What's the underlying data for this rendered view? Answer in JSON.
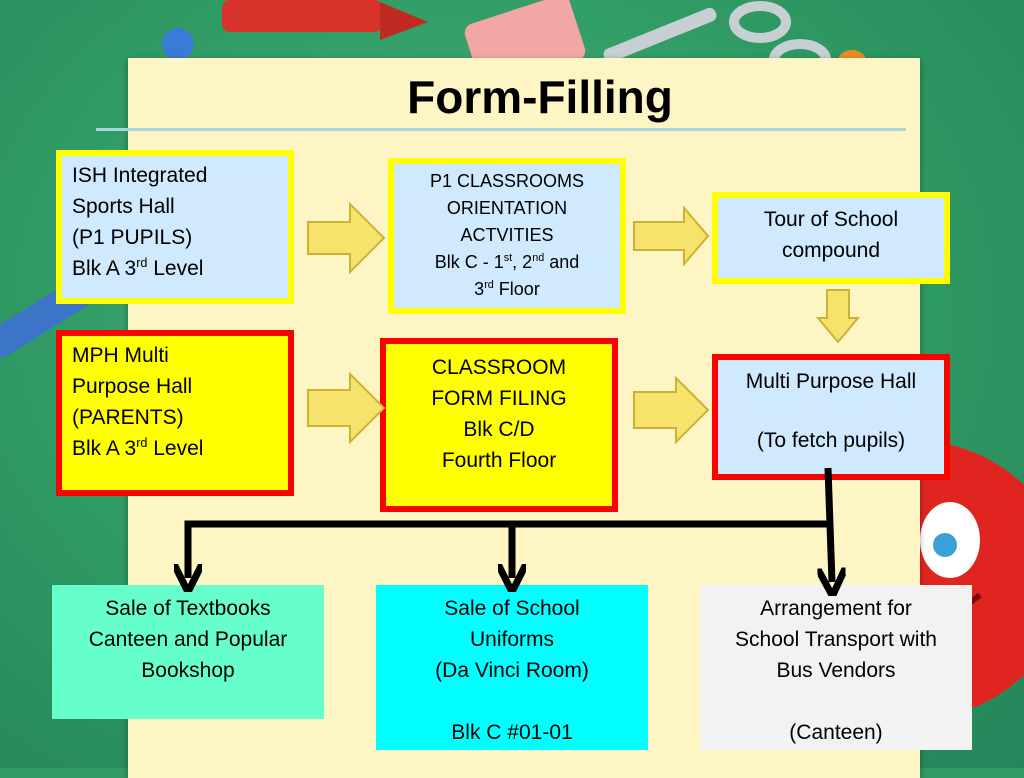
{
  "title": "Form-Filling",
  "boxes": {
    "ish": {
      "lines": [
        "ISH Integrated",
        "Sports Hall",
        "(P1 PUPILS)",
        "Blk A  3",
        "rd",
        " Level"
      ]
    },
    "p1": {
      "lines": [
        "P1 CLASSROOMS",
        "ORIENTATION",
        "ACTVITIES",
        "Blk C - 1",
        "st",
        ", 2",
        "nd",
        " and",
        "3",
        "rd",
        " Floor"
      ]
    },
    "tour": {
      "lines": [
        "Tour of School",
        "compound"
      ]
    },
    "mph": {
      "lines": [
        "MPH Multi",
        "Purpose Hall",
        "(PARENTS)",
        "Blk A  3",
        "rd",
        " Level"
      ]
    },
    "classroom": {
      "lines": [
        "CLASSROOM",
        "FORM FILING",
        "Blk C/D",
        "Fourth Floor"
      ]
    },
    "mph2": {
      "lines": [
        "Multi Purpose Hall",
        "(To fetch pupils)"
      ]
    },
    "textbooks": {
      "lines": [
        "Sale of Textbooks",
        "Canteen and Popular",
        "Bookshop"
      ]
    },
    "uniforms": {
      "lines": [
        "Sale of School",
        "Uniforms",
        "(Da Vinci Room)",
        "Blk C #01-01"
      ]
    },
    "transport": {
      "lines": [
        "Arrangement for",
        "School Transport with",
        "Bus Vendors",
        "(Canteen)"
      ]
    }
  },
  "colors": {
    "background": "#2f9a63",
    "paper": "#fdf6c4",
    "arrow_fill": "#f7e26b",
    "arrow_stroke": "#c9b235"
  }
}
